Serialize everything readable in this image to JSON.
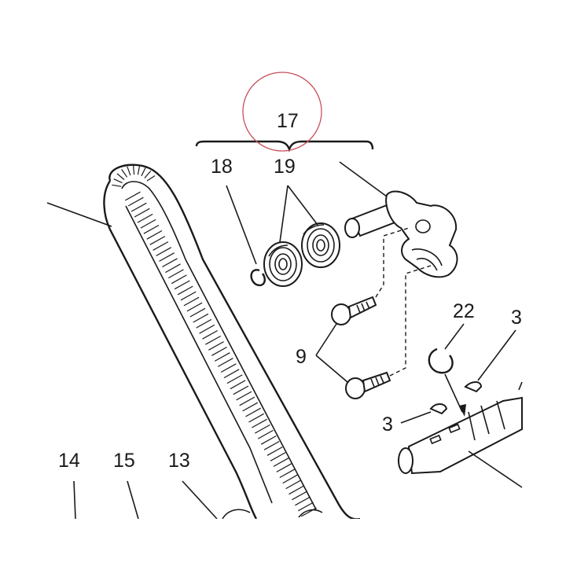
{
  "diagram": {
    "callouts": {
      "c17": "17",
      "c18": "18",
      "c19": "19",
      "c9": "9",
      "c22": "22",
      "c3a": "3",
      "c3b": "3",
      "c14": "14",
      "c15": "15",
      "c13": "13"
    },
    "colors": {
      "ink": "#1a1a1a",
      "highlight_circle": "#c8505a",
      "background": "#ffffff"
    }
  }
}
